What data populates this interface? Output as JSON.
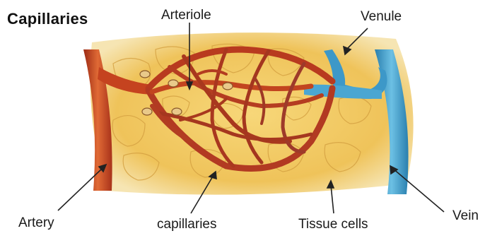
{
  "title": "Capillaries",
  "labels": {
    "arteriole": "Arteriole",
    "venule": "Venule",
    "artery": "Artery",
    "capillaries": "capillaries",
    "tissue_cells": "Tissue cells",
    "vein": "Vein"
  },
  "colors": {
    "tissue": "#f2c75a",
    "tissue_dark": "#d9a13a",
    "artery": "#b8391f",
    "artery_light": "#d9562e",
    "vein": "#2f8fbf",
    "vein_light": "#5fb4dc",
    "pointer": "#222222"
  }
}
